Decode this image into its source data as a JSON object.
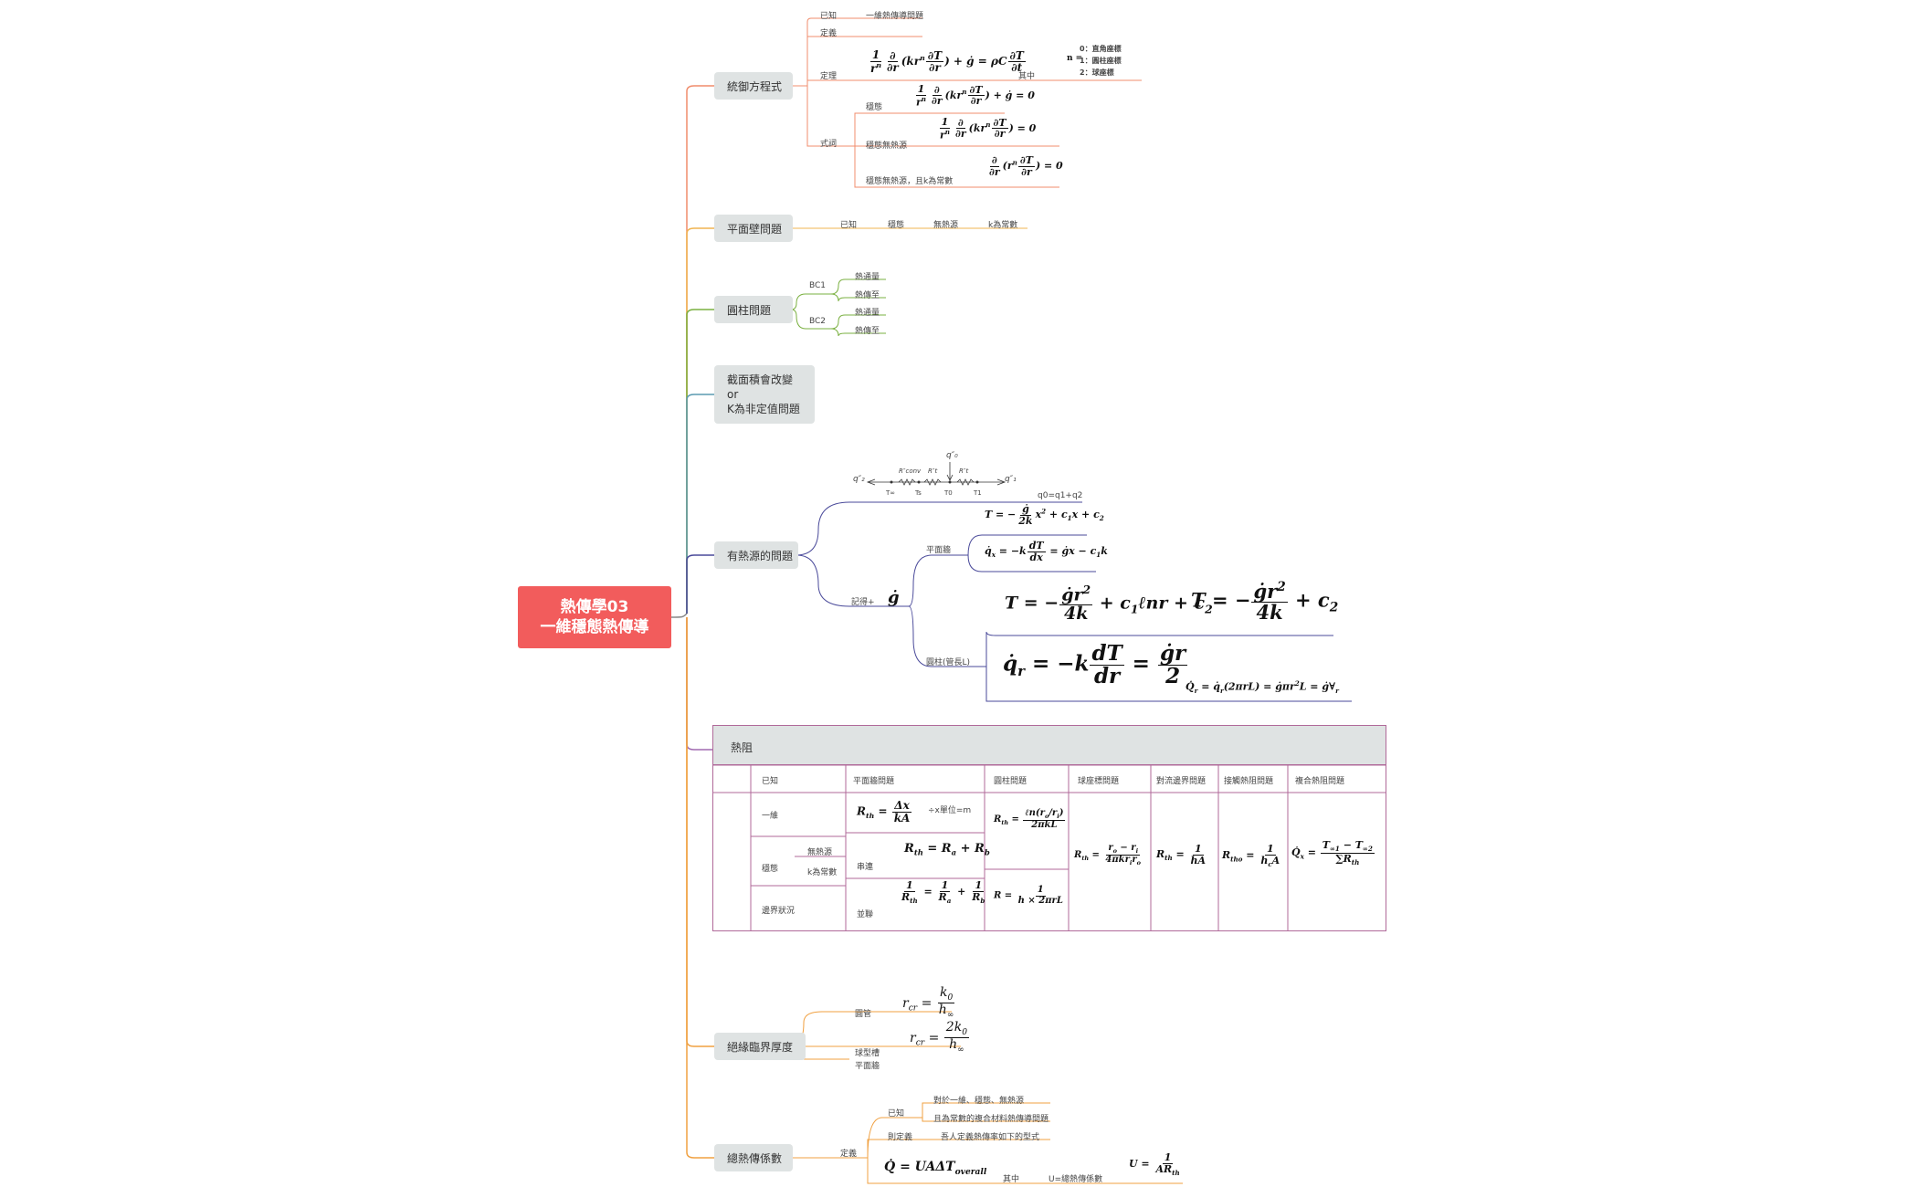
{
  "root": {
    "line1": "熱傳學03",
    "line2": "一維穩態熱傳導"
  },
  "colors": {
    "root": "#f25c5c",
    "topic_bg": "#dfe3e3",
    "b1": "#f08c6c",
    "b2": "#f0b450",
    "b3": "#7ab040",
    "b4": "#5a9ab0",
    "b5": "#4a4a9a",
    "b6": "#a06ab0",
    "b7": "#f0a040",
    "b8": "#f0a040"
  },
  "branches": {
    "b1": {
      "label": "統御方程式",
      "known": "已知",
      "known_val": "一維熱傳導問題",
      "def": "定義",
      "law": "定理",
      "where": "其中",
      "n0": "0：直角座標",
      "n1": "1：圓柱座標",
      "n2": "2：球座標",
      "forms": "式詞",
      "steady": "穩態",
      "steady_nogen": "穩態無熱源",
      "steady_nogen_k": "穩態無熱源，且k為常數"
    },
    "b2": {
      "label": "平面壁問題",
      "a": "已知",
      "b": "穩態",
      "c": "無熱源",
      "d": "k為常數"
    },
    "b3": {
      "label": "圓柱問題",
      "bc1": "BC1",
      "bc2": "BC2",
      "f1": "熱通量",
      "f2": "熱傳至",
      "f3": "熱通量",
      "f4": "熱傳至"
    },
    "b4": {
      "line1": "截面積會改變",
      "line2": "or",
      "line3": "K為非定值問題"
    },
    "b5": {
      "label": "有熱源的問題",
      "condition": "記得+",
      "plane": "平面牆",
      "cylinder": "圓柱(管長L)",
      "q_note": "q0=q1+q2",
      "t_inf": "T∞",
      "t_s": "Ts",
      "t_0": "T0",
      "t_1": "T1"
    },
    "b6": {
      "label": "熱阻",
      "headers": [
        "已知",
        "平面牆問題",
        "圓柱問題",
        "球座標問題",
        "對流邊界問題",
        "接觸熱阻問題",
        "複合熱阻問題"
      ],
      "rows": [
        "一維",
        "穩態",
        "邊界狀況"
      ],
      "sub1": "無熱源",
      "sub2": "k為常數",
      "note1": "÷x單位=m",
      "series": "串連",
      "parallel": "並聯"
    },
    "b7": {
      "label": "絕緣臨界厚度",
      "round": "圓管",
      "sphere": "球型槽",
      "plane": "平面牆"
    },
    "b8": {
      "label": "總熱傳係數",
      "def": "定義",
      "known": "已知",
      "k1": "對於一維、穩態、無熱源",
      "k2": "且為常數的複合材料熱傳導問題",
      "then": "則定義",
      "then_val": "吾人定義熱傳率如下的型式",
      "where": "其中",
      "where_val": "U=總熱傳係數"
    }
  }
}
